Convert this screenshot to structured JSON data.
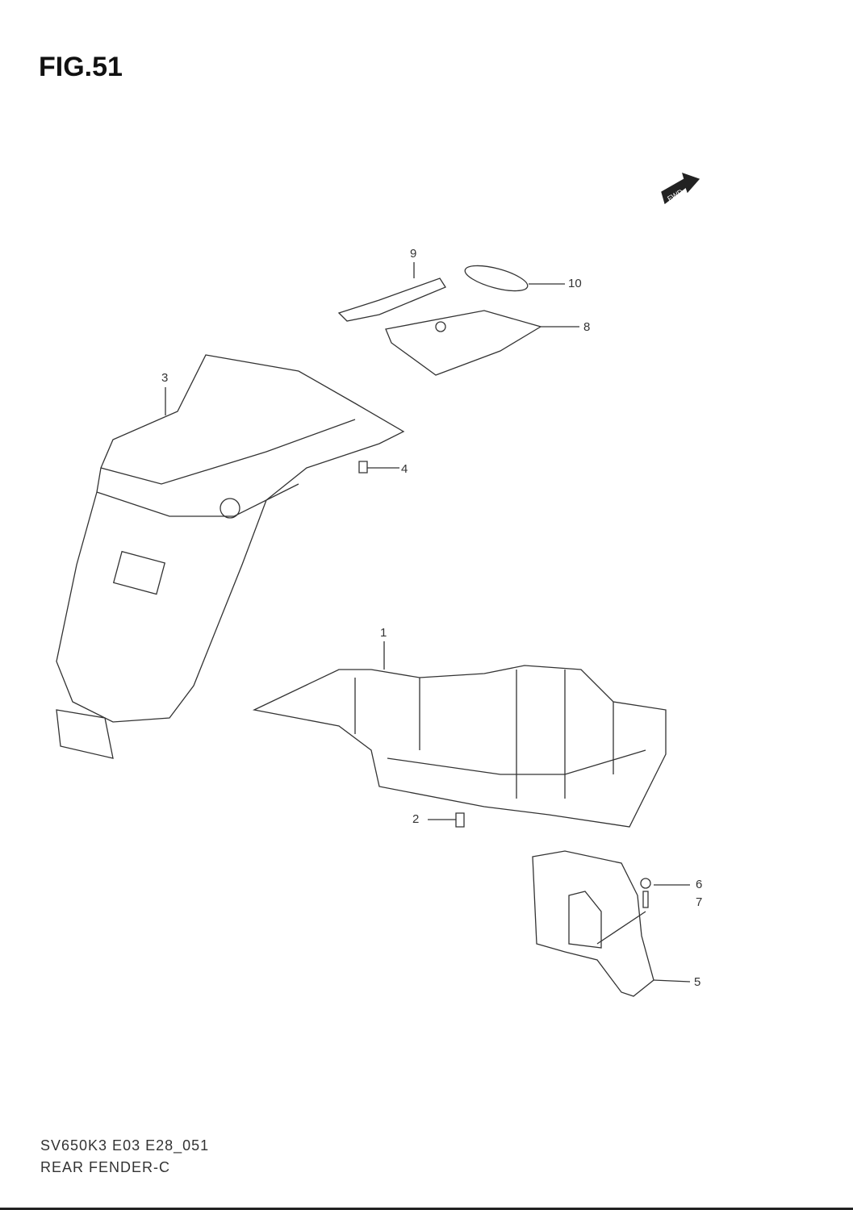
{
  "figure_title": "FIG.51",
  "fwd_label": "FWD",
  "callouts": [
    "1",
    "2",
    "3",
    "4",
    "5",
    "6",
    "7",
    "8",
    "9",
    "10"
  ],
  "footer": {
    "code": "SV650K3 E03 E28_051",
    "name": "REAR FENDER-C"
  }
}
